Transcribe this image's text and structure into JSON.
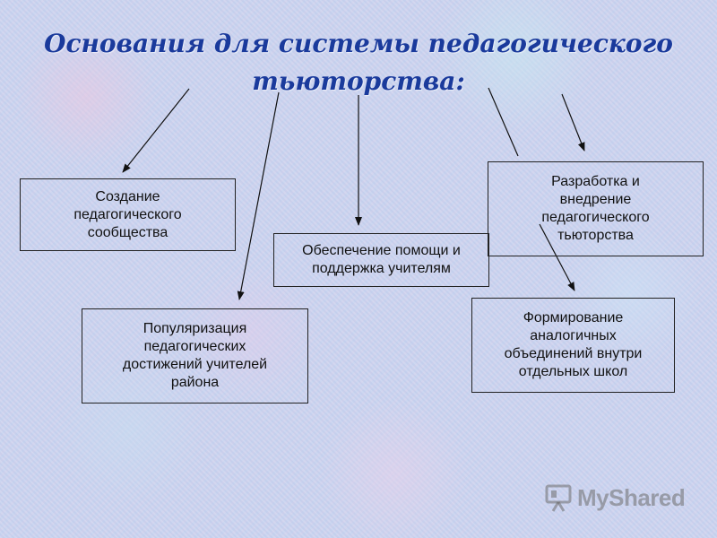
{
  "title": {
    "line1": "Основания для  системы педагогического",
    "line2": "тьюторства:"
  },
  "boxes": {
    "community": "Создание\nпедагогического\nсообщества",
    "popularization": "Популяризация\nпедагогических\nдостижений учителей\nрайона",
    "support": "Обеспечение помощи и\nподдержка учителям",
    "development": "Разработка и\nвнедрение\nпедагогического\nтьюторства",
    "formation": "Формирование\nаналогичных\nобъединений внутри\nотдельных школ"
  },
  "watermark": {
    "logo_text": "MyShared",
    "icon": "presentation-board-icon"
  },
  "colors": {
    "title": "#1a3a9c",
    "border": "#222222",
    "arrow": "#111111"
  }
}
